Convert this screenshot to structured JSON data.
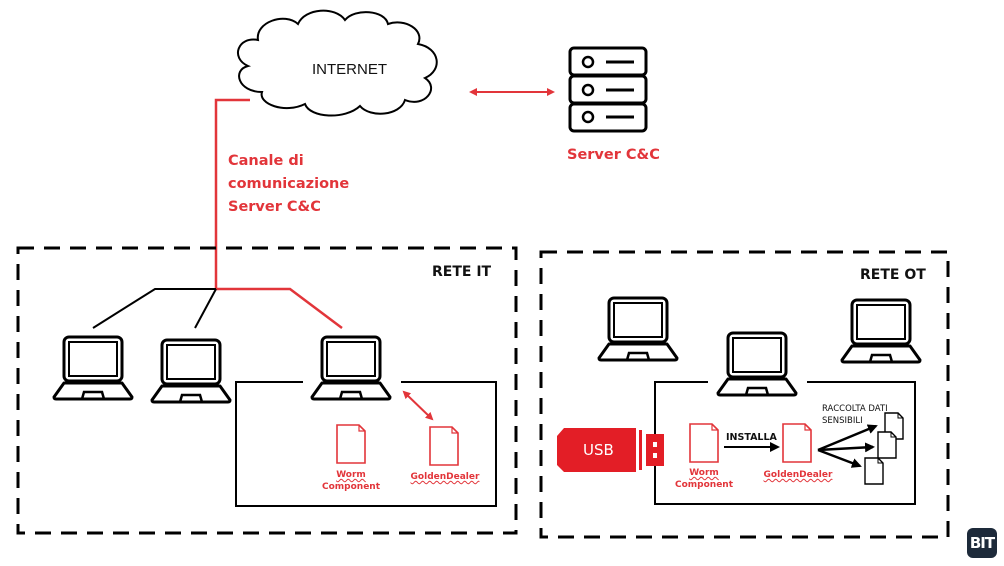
{
  "internet": {
    "label": "INTERNET"
  },
  "channel": {
    "label": "Canale di\ncomunicazione\nServer C&C"
  },
  "server": {
    "label": "Server C&C"
  },
  "zones": {
    "it": {
      "label": "RETE IT",
      "files": [
        {
          "name": "Worm",
          "name2": "Component"
        },
        {
          "name": "GoldenDealer"
        }
      ]
    },
    "ot": {
      "label": "RETE OT",
      "usb_label": "USB",
      "install_label": "INSTALLA",
      "collect_label_1": "RACCOLTA DATI",
      "collect_label_2": "SENSIBILI",
      "files": [
        {
          "name": "Worm",
          "name2": "Component"
        },
        {
          "name": "GoldenDealer"
        }
      ]
    }
  },
  "colors": {
    "accent_red": "#e2353a",
    "usb_red": "#e31e26",
    "line": "#000000"
  },
  "logo": {
    "text": "BIT"
  }
}
